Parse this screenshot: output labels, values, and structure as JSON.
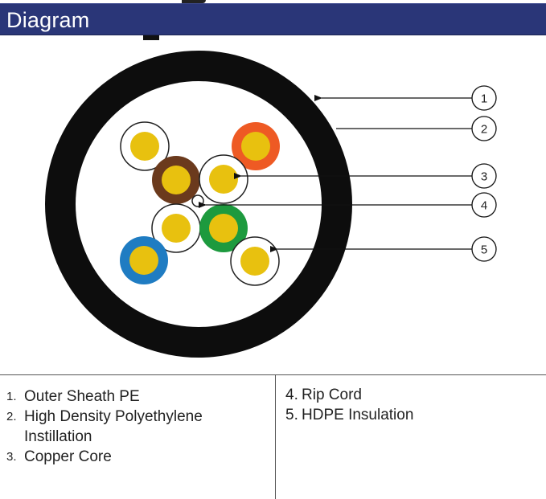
{
  "header": {
    "title": "Diagram"
  },
  "diagram": {
    "callouts": [
      "1",
      "2",
      "3",
      "4",
      "5"
    ],
    "colors": {
      "sheath": "#0d0d0d",
      "copper": "#e8c10f",
      "white_insulation": "#ffffff",
      "brown_insulation": "#6b3a1d",
      "orange_insulation": "#ee5a24",
      "green_insulation": "#1d9a3e",
      "blue_insulation": "#1f7cc2",
      "header_bg": "#2a3678"
    }
  },
  "legend": {
    "left": [
      {
        "num": "1.",
        "text": "Outer Sheath PE"
      },
      {
        "num": "2.",
        "text": "High Density Polyethylene Instillation"
      },
      {
        "num": "3.",
        "text": "Copper Core"
      }
    ],
    "right": [
      {
        "num": "4.",
        "text": "Rip Cord"
      },
      {
        "num": "5.",
        "text": "HDPE Insulation"
      }
    ]
  }
}
